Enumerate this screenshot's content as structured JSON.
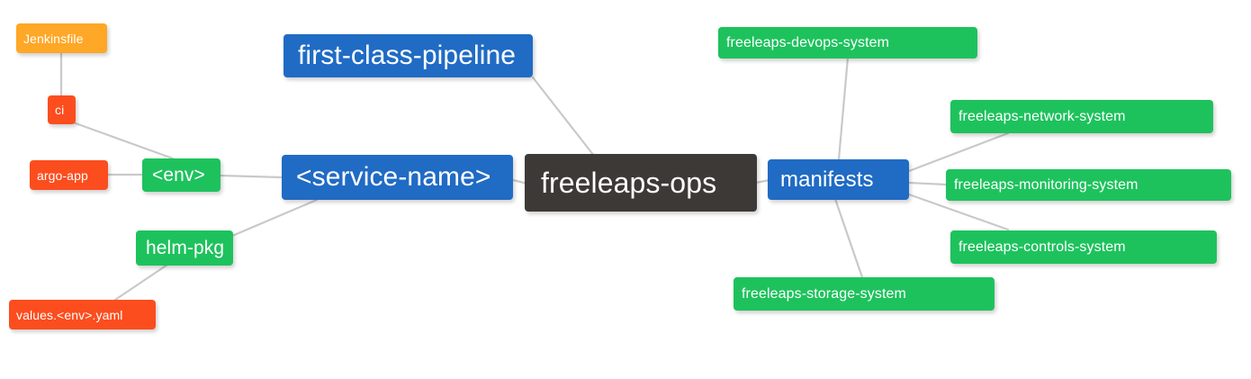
{
  "diagram": {
    "title": "freeleaps-ops",
    "type": "mindmap",
    "background_color": "#ffffff",
    "edge_color": "#c9c9c9",
    "palette": {
      "root": "#3d3936",
      "blue": "#206bc4",
      "green": "#1ec25d",
      "red": "#fc4d1e",
      "orange": "#ffa726"
    }
  },
  "nodes": {
    "root": {
      "label": "freeleaps-ops",
      "color": "root"
    },
    "service_name": {
      "label": "<service-name>",
      "color": "blue"
    },
    "first_class_pipeline": {
      "label": "first-class-pipeline",
      "color": "blue"
    },
    "manifests": {
      "label": "manifests",
      "color": "blue"
    },
    "env": {
      "label": "<env>",
      "color": "green"
    },
    "helm_pkg": {
      "label": "helm-pkg",
      "color": "green"
    },
    "jenkinsfile": {
      "label": "Jenkinsfile",
      "color": "orange"
    },
    "ci": {
      "label": "ci",
      "color": "red"
    },
    "argo_app": {
      "label": "argo-app",
      "color": "red"
    },
    "values_yaml": {
      "label": "values.<env>.yaml",
      "color": "red"
    },
    "devops_system": {
      "label": "freeleaps-devops-system",
      "color": "green"
    },
    "network_system": {
      "label": "freeleaps-network-system",
      "color": "green"
    },
    "monitoring_system": {
      "label": "freeleaps-monitoring-system",
      "color": "green"
    },
    "controls_system": {
      "label": "freeleaps-controls-system",
      "color": "green"
    },
    "storage_system": {
      "label": "freeleaps-storage-system",
      "color": "green"
    }
  },
  "edges": [
    {
      "from": "root",
      "to": "service_name"
    },
    {
      "from": "root",
      "to": "first_class_pipeline"
    },
    {
      "from": "root",
      "to": "manifests"
    },
    {
      "from": "service_name",
      "to": "env"
    },
    {
      "from": "service_name",
      "to": "helm_pkg"
    },
    {
      "from": "env",
      "to": "ci"
    },
    {
      "from": "env",
      "to": "argo_app"
    },
    {
      "from": "ci",
      "to": "jenkinsfile"
    },
    {
      "from": "helm_pkg",
      "to": "values_yaml"
    },
    {
      "from": "manifests",
      "to": "devops_system"
    },
    {
      "from": "manifests",
      "to": "network_system"
    },
    {
      "from": "manifests",
      "to": "monitoring_system"
    },
    {
      "from": "manifests",
      "to": "controls_system"
    },
    {
      "from": "manifests",
      "to": "storage_system"
    }
  ]
}
